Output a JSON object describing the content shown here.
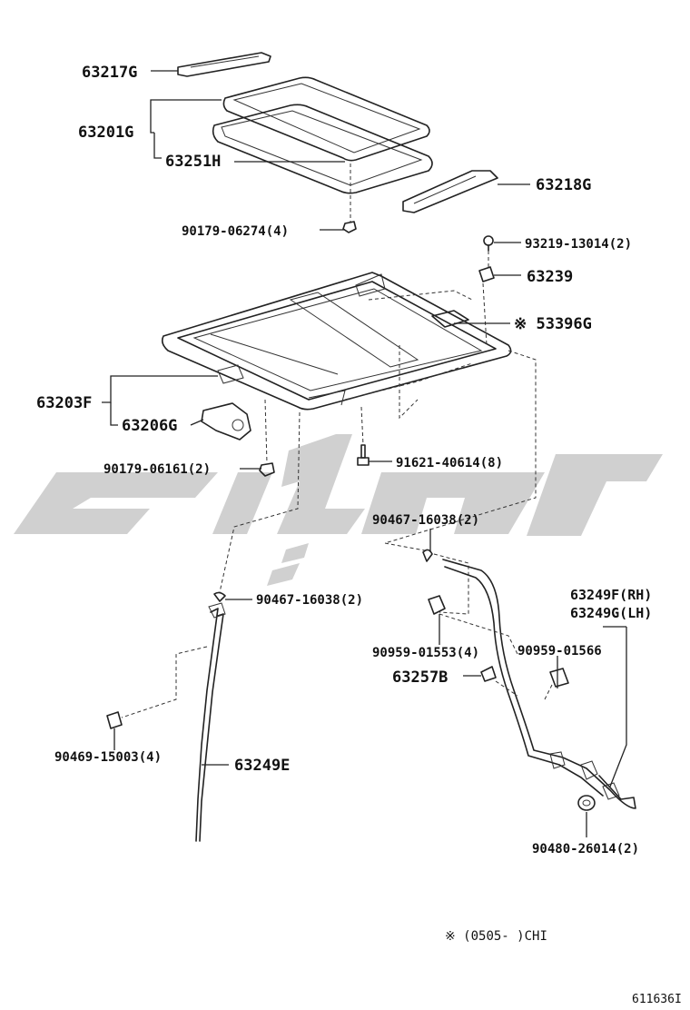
{
  "labels": {
    "p63217G": "63217G",
    "p63201G": "63201G",
    "p63251H": "63251H",
    "p63218G": "63218G",
    "p90179_06274": "90179-06274(4)",
    "p93219_13014": "93219-13014(2)",
    "p63239": "63239",
    "p53396G": "※ 53396G",
    "p63203F": "63203F",
    "p63206G": "63206G",
    "p90179_06161": "90179-06161(2)",
    "p91621_40614": "91621-40614(8)",
    "p90467_16038_a": "90467-16038(2)",
    "p90467_16038_b": "90467-16038(2)",
    "p63249F": "63249F(RH)",
    "p63249G": "63249G(LH)",
    "p90959_01553": "90959-01553(4)",
    "p90959_01566": "90959-01566",
    "p63257B": "63257B",
    "p90469_15003": "90469-15003(4)",
    "p63249E": "63249E",
    "p90480_26014": "90480-26014(2)"
  },
  "footnote": "※ (0505-     )CHI",
  "figure_id": "611636I",
  "icons": {
    "watermark": "brand-watermark-logo"
  },
  "colors": {
    "line": "#222222",
    "watermark": "#d0d0d0",
    "background": "#ffffff"
  }
}
